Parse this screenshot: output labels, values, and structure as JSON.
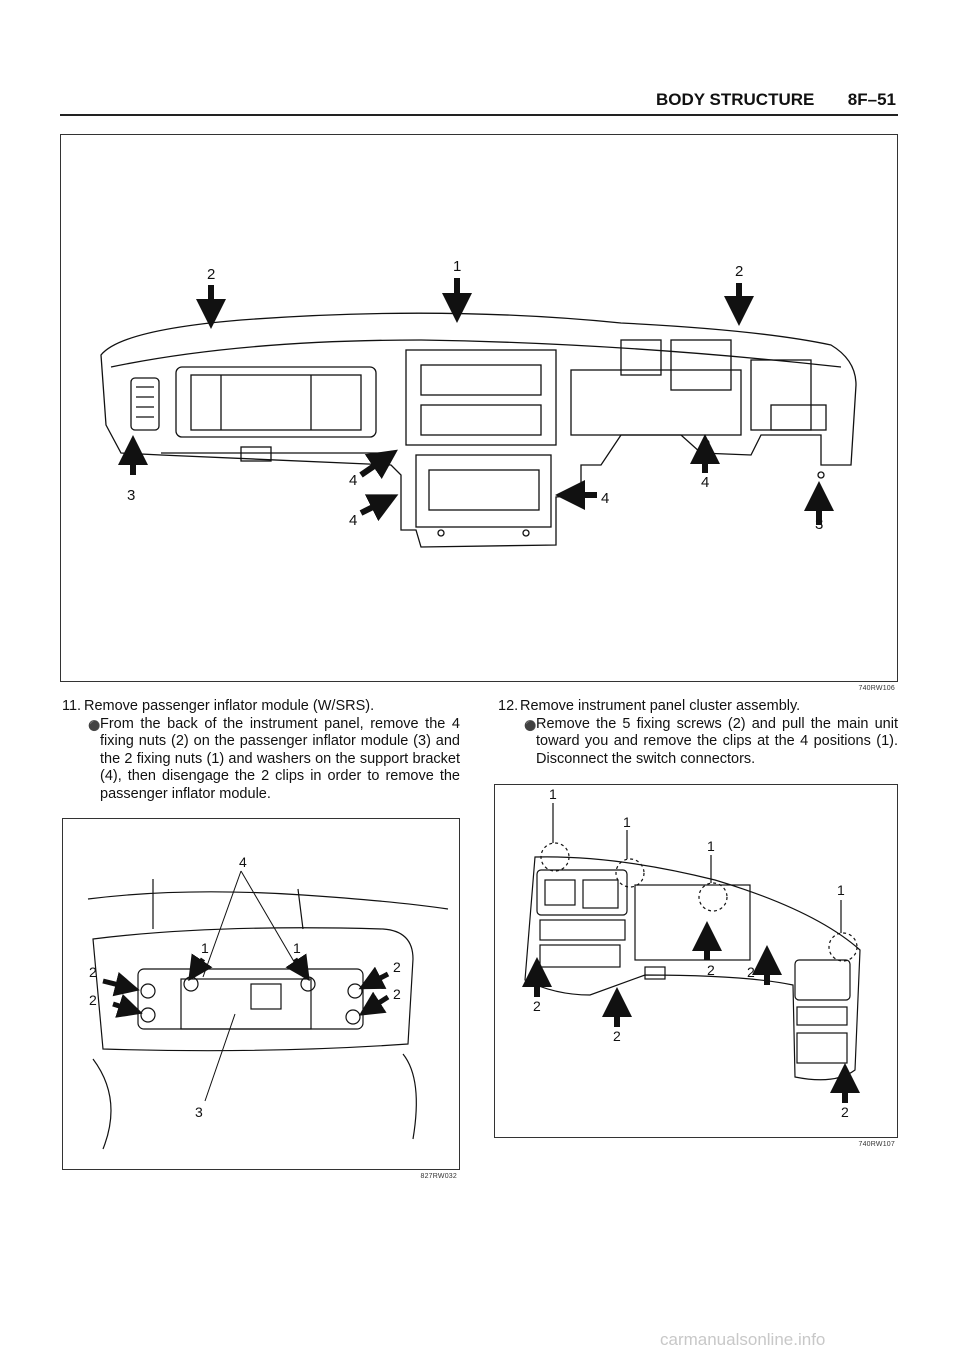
{
  "header": {
    "section": "BODY STRUCTURE",
    "page": "8F–51"
  },
  "figures": {
    "fig1": {
      "code": "740RW106",
      "callouts": {
        "c2a": "2",
        "c1": "1",
        "c2b": "2",
        "c3a": "3",
        "c4a": "4",
        "c4b": "4",
        "c4c": "4",
        "c4d": "4",
        "c3b": "3"
      }
    },
    "fig2": {
      "code": "827RW032",
      "callouts": {
        "c4": "4",
        "c1a": "1",
        "c1b": "1",
        "c2a": "2",
        "c2b": "2",
        "c2c": "2",
        "c2d": "2",
        "c3": "3"
      }
    },
    "fig3": {
      "code": "740RW107",
      "callouts": {
        "c1a": "1",
        "c1b": "1",
        "c1c": "1",
        "c1d": "1",
        "c2a": "2",
        "c2b": "2",
        "c2c": "2",
        "c2d": "2",
        "c2e": "2"
      }
    }
  },
  "steps": {
    "s11": {
      "number": "11.",
      "title": "Remove passenger inflator module (W/SRS).",
      "bullet": "From the back of the instrument panel, remove the 4 fixing nuts (2) on the passenger inflator module (3) and the 2 fixing nuts (1) and washers on the support bracket (4), then disengage the 2 clips in order to remove the passenger inflator module."
    },
    "s12": {
      "number": "12.",
      "title": "Remove instrument panel cluster assembly.",
      "bullet": "Remove the 5 fixing screws (2) and pull the main unit toward you and remove the clips at the 4 positions (1). Disconnect the switch connectors."
    }
  },
  "bullet_symbol": "⚫",
  "watermark": "carmanualsonline.info"
}
